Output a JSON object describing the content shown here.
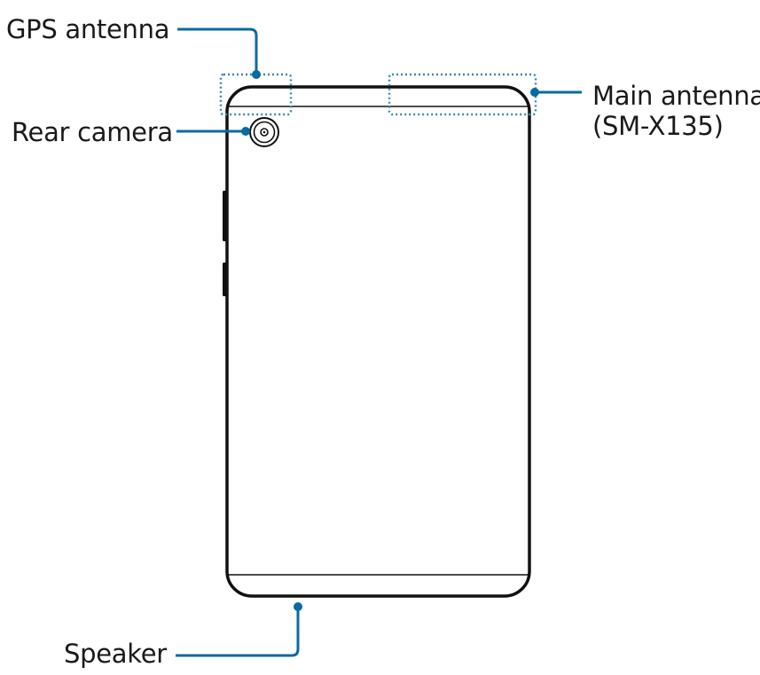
{
  "callouts": {
    "gps_antenna": "GPS antenna",
    "rear_camera": "Rear camera",
    "main_antenna_line1": "Main antenna",
    "main_antenna_line2": "(SM-X135)",
    "speaker": "Speaker"
  },
  "colors": {
    "leader_line": "#0a6aa1",
    "antenna_zone": "#3a8ba3",
    "device_outline": "#111111",
    "text": "#1a1a1a"
  }
}
